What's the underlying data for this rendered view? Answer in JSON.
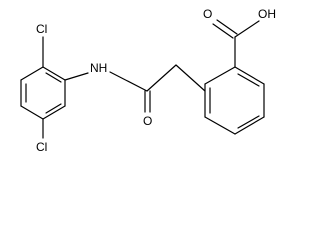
{
  "molecule": {
    "labels": {
      "cl_top": "Cl",
      "cl_bottom": "Cl",
      "nh": "NH",
      "carbonyl_o": "O",
      "acid_oh": "OH",
      "acid_o": "O"
    }
  },
  "colors": {
    "bond": "#000000",
    "label": "#000000",
    "background": "#ffffff"
  }
}
